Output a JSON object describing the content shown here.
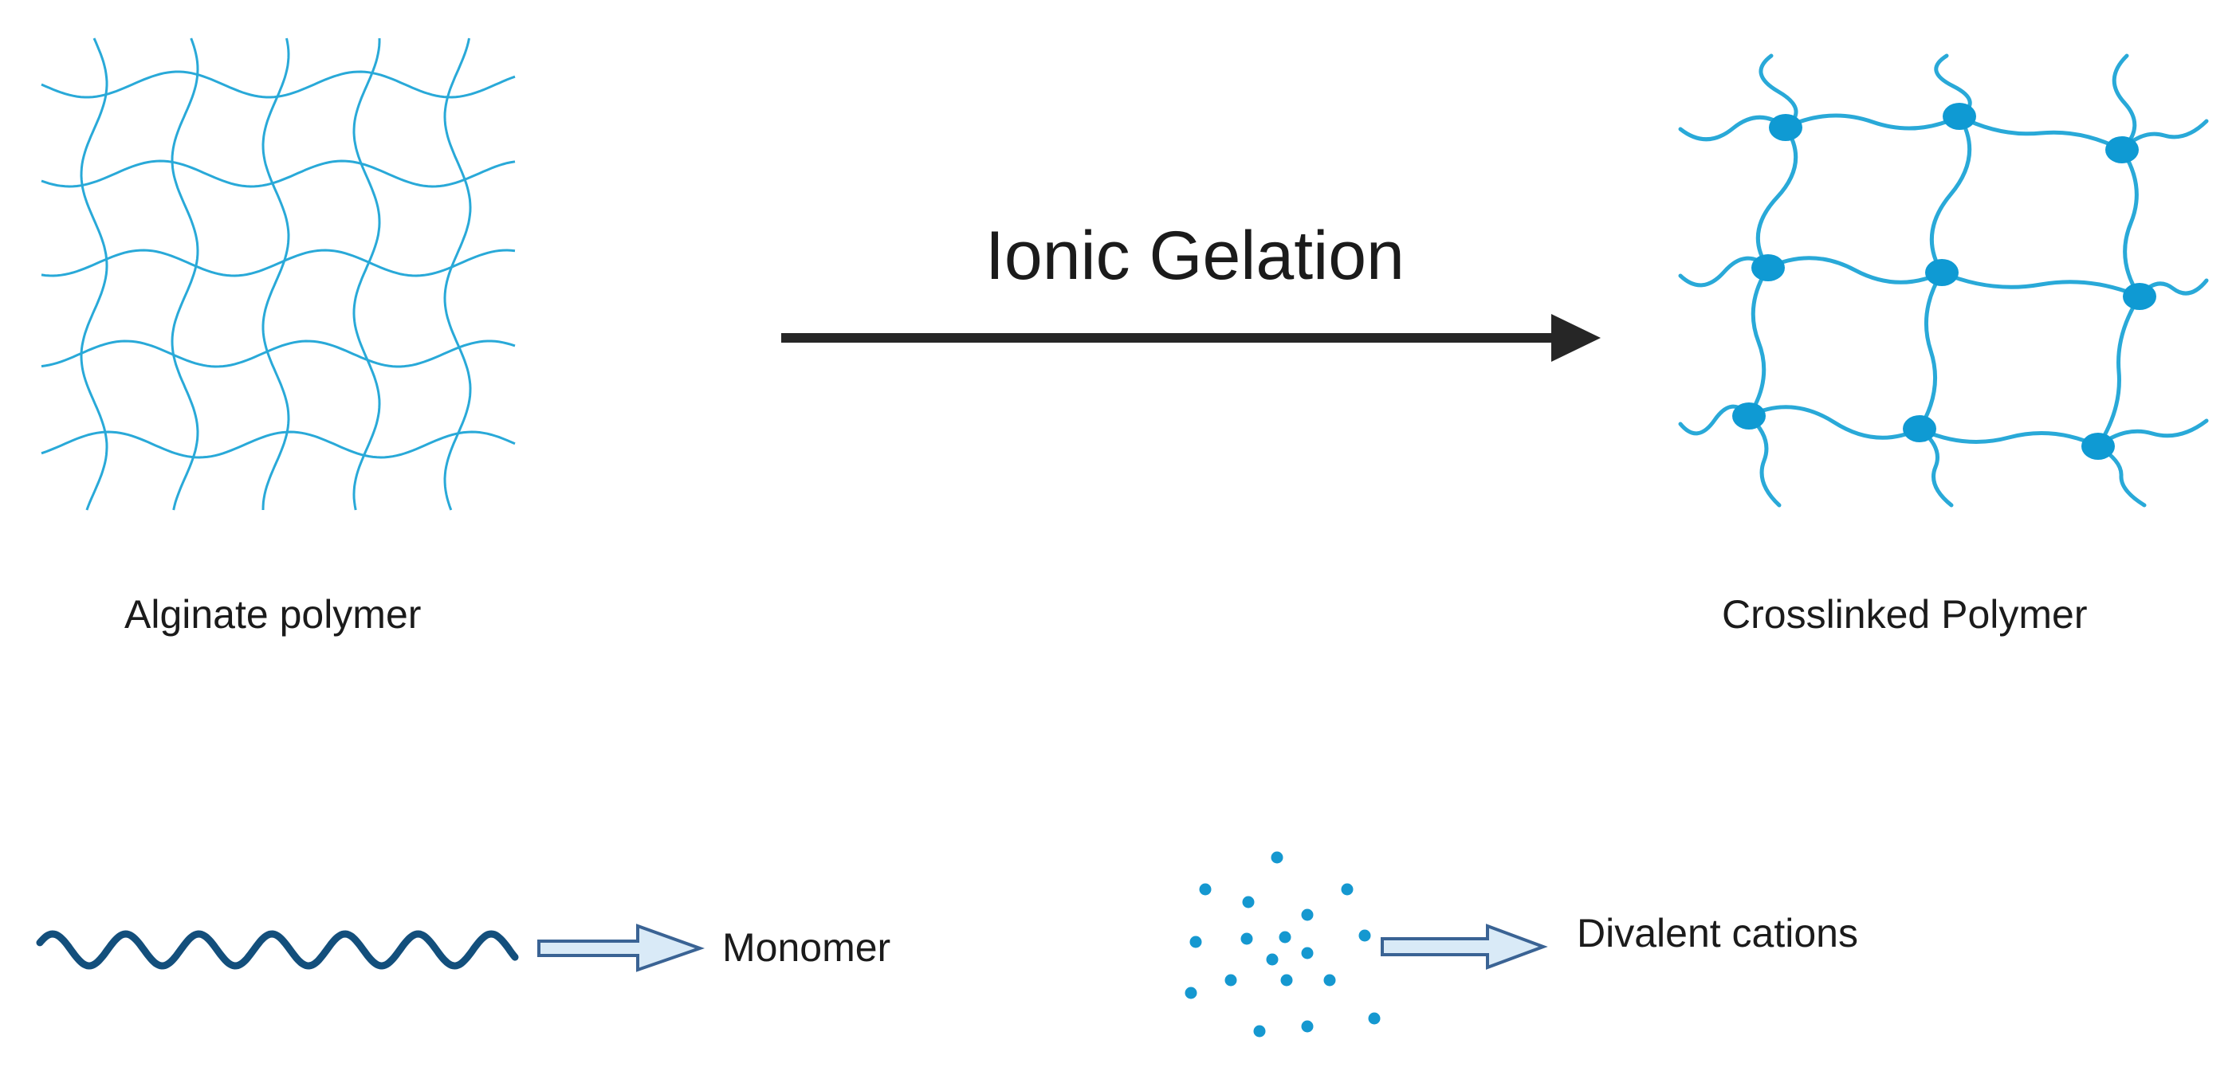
{
  "diagram": {
    "process_label": "Ionic Gelation",
    "left_network_label": "Alginate polymer",
    "right_network_label": "Crosslinked Polymer",
    "legend": {
      "monomer_label": "Monomer",
      "cation_label": "Divalent cations"
    }
  },
  "colors": {
    "strand": "#29a9d8",
    "crosslink_node": "#0f9ad3",
    "monomer_wave": "#134f7c",
    "arrow_main": "#262626",
    "legend_arrow_fill": "#d9eaf7",
    "legend_arrow_stroke": "#3a6394",
    "cation_dot": "#1598d0",
    "text": "#1b1b1b"
  },
  "icons": {
    "process_arrow": "right-arrow-icon",
    "legend_arrows": "hollow-right-arrow-icon"
  }
}
